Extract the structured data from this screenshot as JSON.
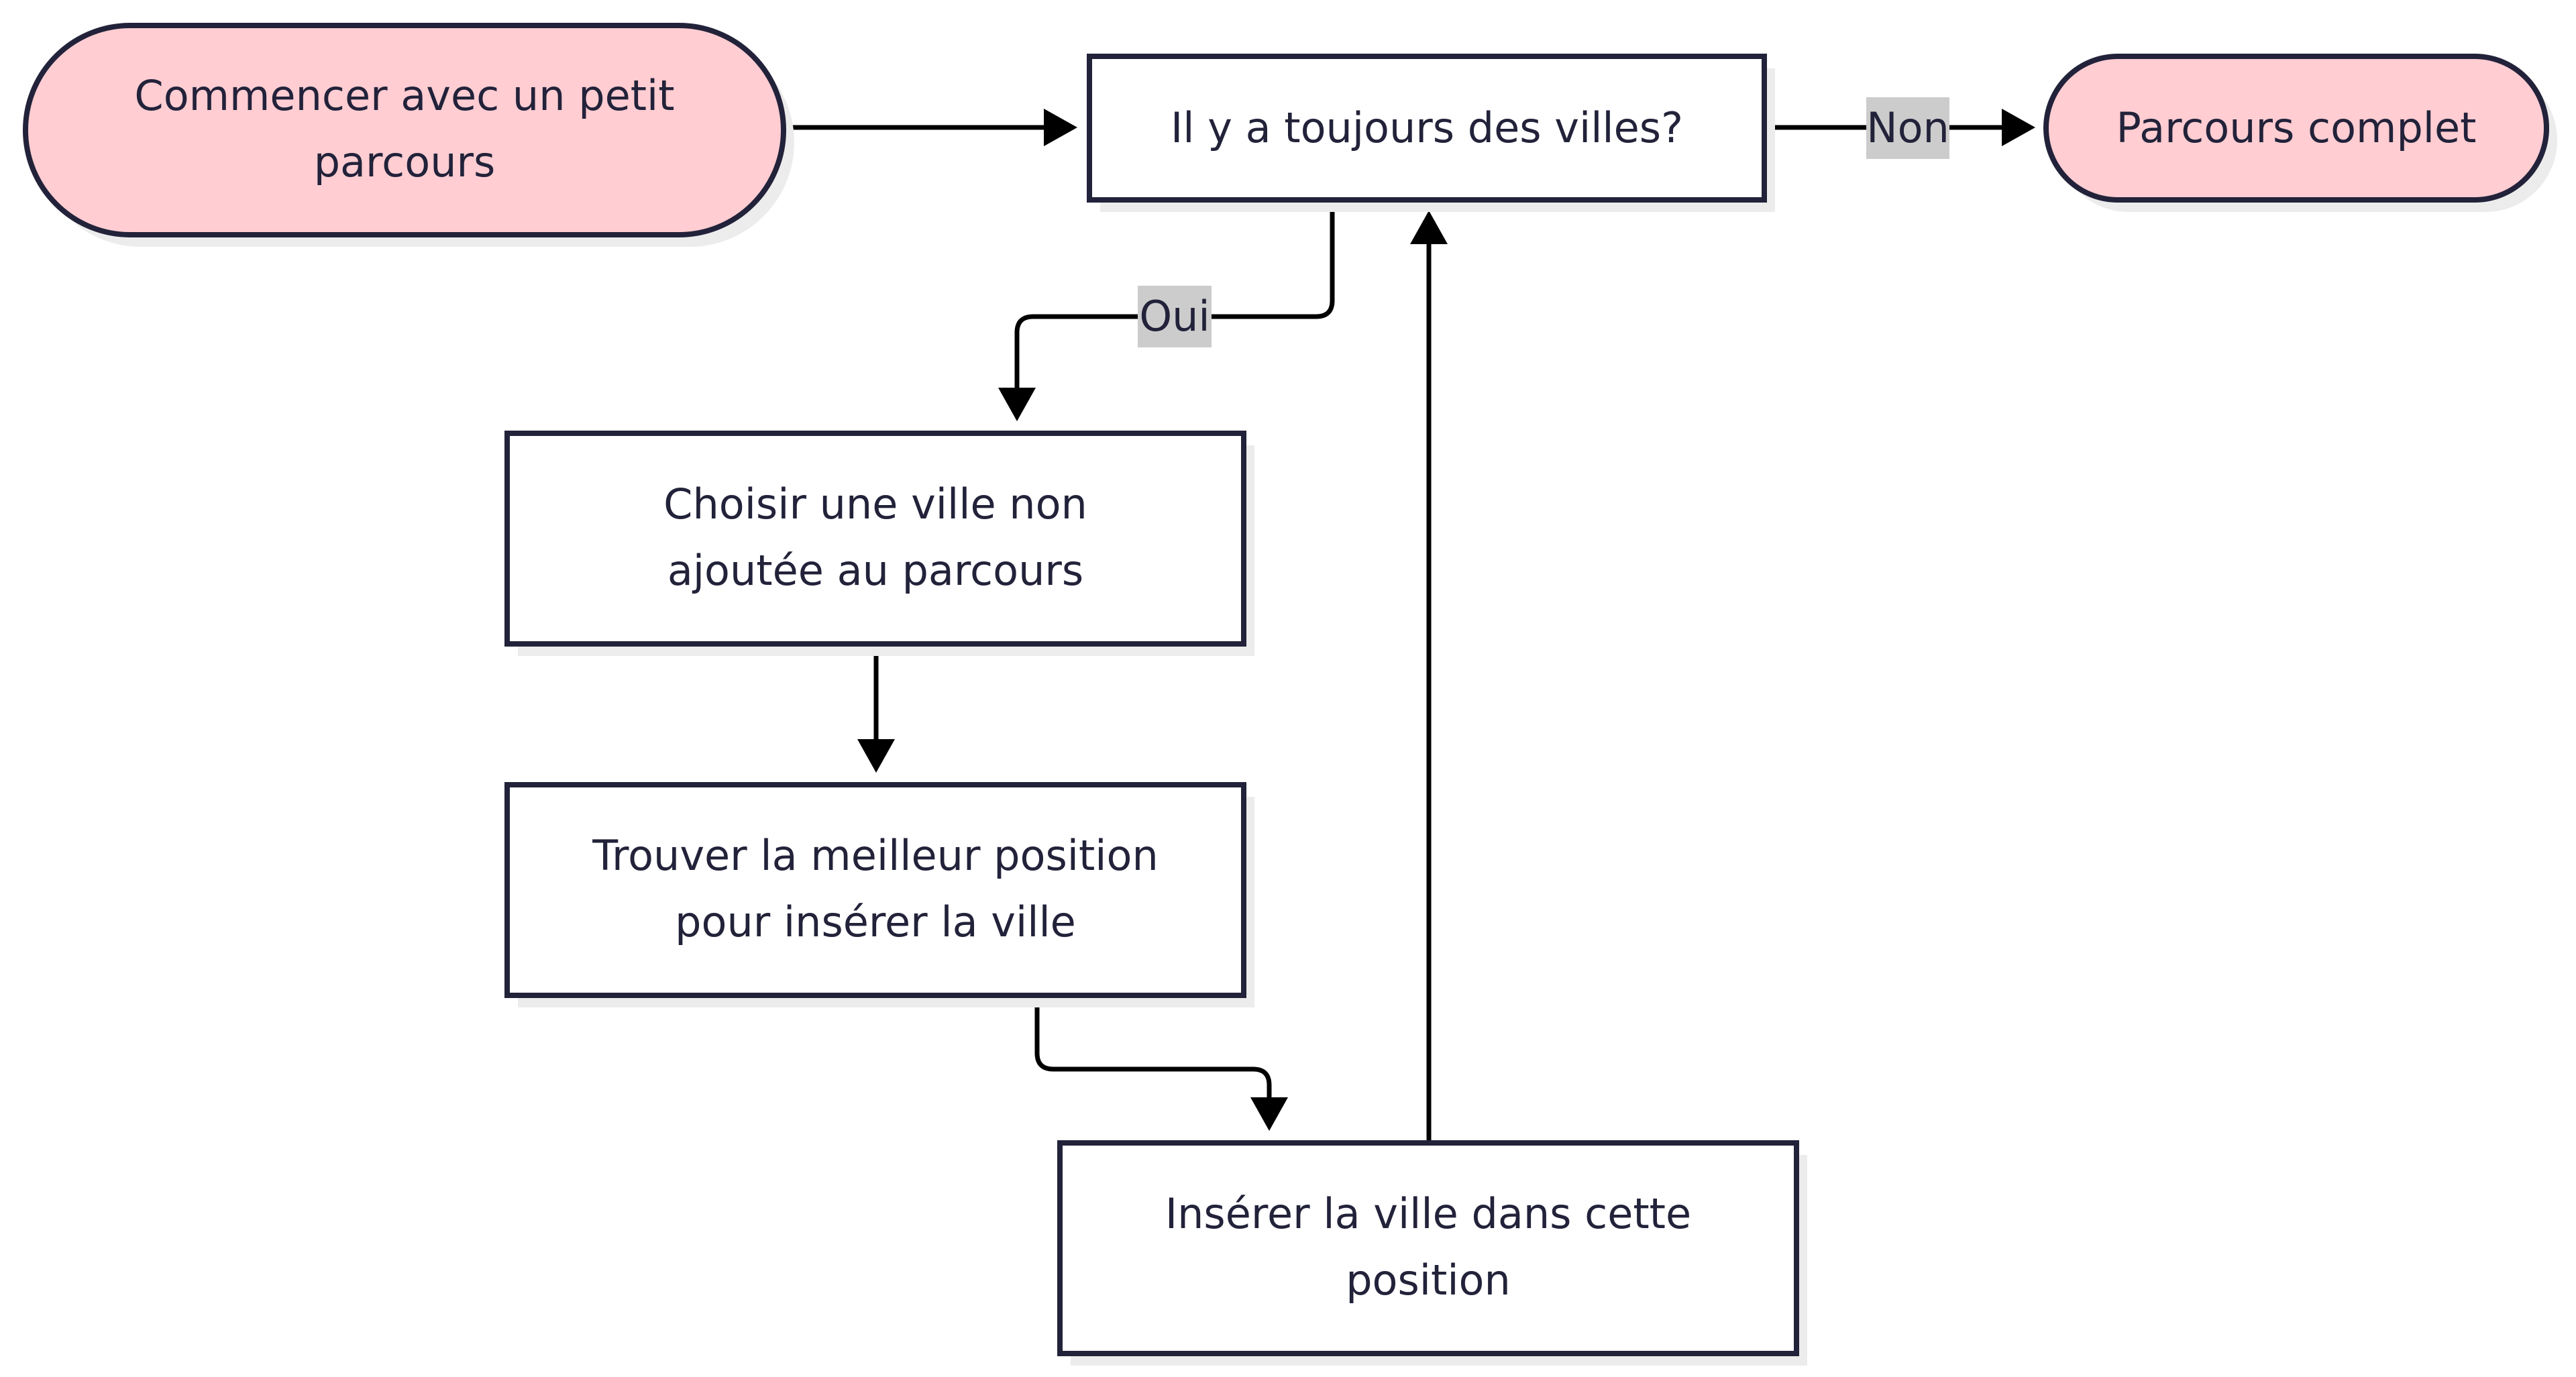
{
  "nodes": {
    "start": {
      "line1": "Commencer avec un petit",
      "line2": "parcours"
    },
    "decision": {
      "line1": "Il y a toujours des villes?"
    },
    "end": {
      "line1": "Parcours complet"
    },
    "choose": {
      "line1": "Choisir une ville non",
      "line2": "ajoutée au parcours"
    },
    "find": {
      "line1": "Trouver la meilleur position",
      "line2": "pour insérer la ville"
    },
    "insert": {
      "line1": "Insérer la ville dans cette",
      "line2": "position"
    }
  },
  "edges": {
    "no_label": "Non",
    "yes_label": "Oui"
  },
  "colors": {
    "terminal_fill": "#ffcdd2",
    "box_fill": "#ffffff",
    "stroke": "#22223a",
    "shadow": "#ececec",
    "line": "#000000",
    "label_bg": "#cccccc"
  }
}
